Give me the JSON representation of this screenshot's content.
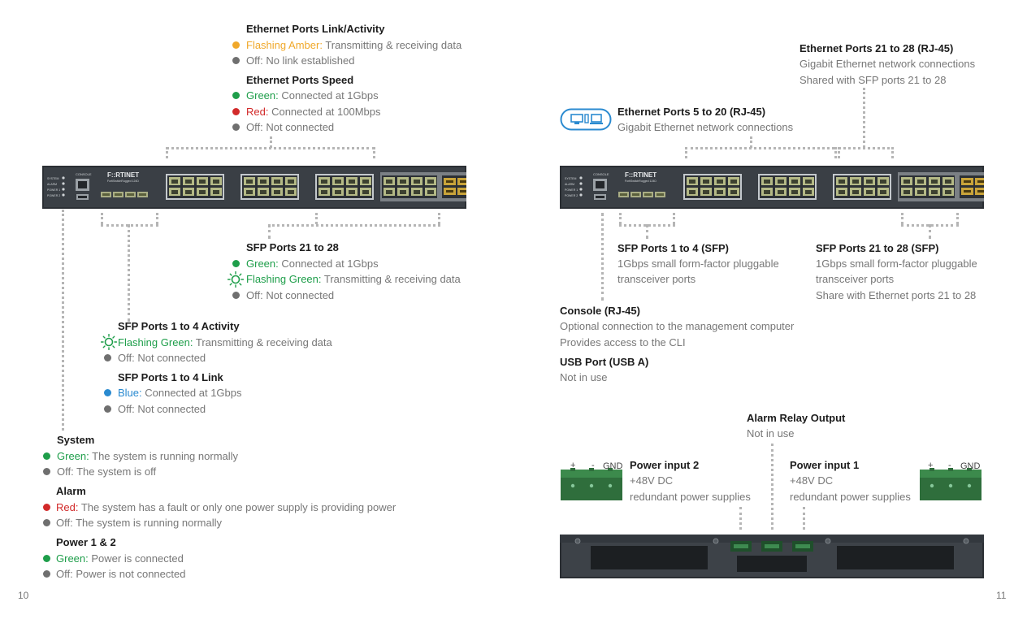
{
  "left": {
    "link_activity": {
      "title": "Ethernet Ports Link/Activity",
      "items": [
        {
          "color": "Flashing Amber:",
          "text": " Transmitting & receiving data"
        },
        {
          "color": "",
          "text": "Off: No link established"
        }
      ]
    },
    "speed": {
      "title": "Ethernet Ports Speed",
      "items": [
        {
          "color": "Green:",
          "text": " Connected at 1Gbps"
        },
        {
          "color": "Red:",
          "text": " Connected at 100Mbps"
        },
        {
          "color": "",
          "text": "Off: Not connected"
        }
      ]
    },
    "sfp2128": {
      "title": "SFP Ports 21 to 28",
      "items": [
        {
          "color": "Green:",
          "text": " Connected at 1Gbps"
        },
        {
          "color": "Flashing Green:",
          "text": " Transmitting & receiving data"
        },
        {
          "color": "",
          "text": "Off: Not connected"
        }
      ]
    },
    "sfp14act": {
      "title": "SFP Ports 1 to 4 Activity",
      "items": [
        {
          "color": "Flashing Green:",
          "text": " Transmitting & receiving data"
        },
        {
          "color": "",
          "text": "Off: Not connected"
        }
      ]
    },
    "sfp14link": {
      "title": "SFP Ports 1 to 4 Link",
      "items": [
        {
          "color": "Blue:",
          "text": " Connected at 1Gbps"
        },
        {
          "color": "",
          "text": "Off: Not connected"
        }
      ]
    },
    "system": {
      "title": "System",
      "items": [
        {
          "color": "Green:",
          "text": " The system is running normally"
        },
        {
          "color": "",
          "text": "Off: The system is off"
        }
      ]
    },
    "alarm": {
      "title": "Alarm",
      "items": [
        {
          "color": "Red:",
          "text": " The system has a fault or only one power supply is providing power"
        },
        {
          "color": "",
          "text": "Off: The system is running normally"
        }
      ]
    },
    "power": {
      "title": "Power 1 & 2",
      "items": [
        {
          "color": "Green:",
          "text": " Power is connected"
        },
        {
          "color": "",
          "text": "Off: Power is not connected"
        }
      ]
    },
    "page_number": "10"
  },
  "right": {
    "eth2128": {
      "title": "Ethernet Ports 21 to 28 (RJ-45)",
      "lines": [
        "Gigabit Ethernet network connections",
        "Shared with SFP ports 21 to 28"
      ]
    },
    "eth520": {
      "title": "Ethernet Ports 5 to 20 (RJ-45)",
      "lines": [
        "Gigabit Ethernet network connections"
      ]
    },
    "sfp14": {
      "title": "SFP Ports 1 to 4 (SFP)",
      "lines": [
        "1Gbps small form-factor pluggable",
        "transceiver ports"
      ]
    },
    "sfp2128": {
      "title": "SFP Ports 21 to 28 (SFP)",
      "lines": [
        "1Gbps small form-factor pluggable",
        "transceiver ports",
        "Share with Ethernet ports 21 to 28"
      ]
    },
    "console": {
      "title": "Console (RJ-45)",
      "lines": [
        "Optional connection to the management computer",
        "Provides access to the CLI"
      ]
    },
    "usb": {
      "title": "USB Port (USB A)",
      "lines": [
        "Not in use"
      ]
    },
    "alarm_relay": {
      "title": "Alarm Relay Output",
      "lines": [
        "Not in use"
      ]
    },
    "power2": {
      "title": "Power input 2",
      "lines": [
        "+48V DC",
        "redundant power supplies"
      ]
    },
    "power1": {
      "title": "Power input 1",
      "lines": [
        "+48V DC",
        "redundant power supplies"
      ]
    },
    "terminal_labels": {
      "plus": "+",
      "minus": "-",
      "gnd": "GND"
    },
    "page_number": "11"
  },
  "device": {
    "brand": "F::RTINET",
    "model": "FortiSwitchRugged 124D",
    "console_label": "CONSOLE",
    "led_labels": [
      "SYSTEM",
      "ALARM",
      "POWER 1",
      "POWER 2"
    ]
  }
}
